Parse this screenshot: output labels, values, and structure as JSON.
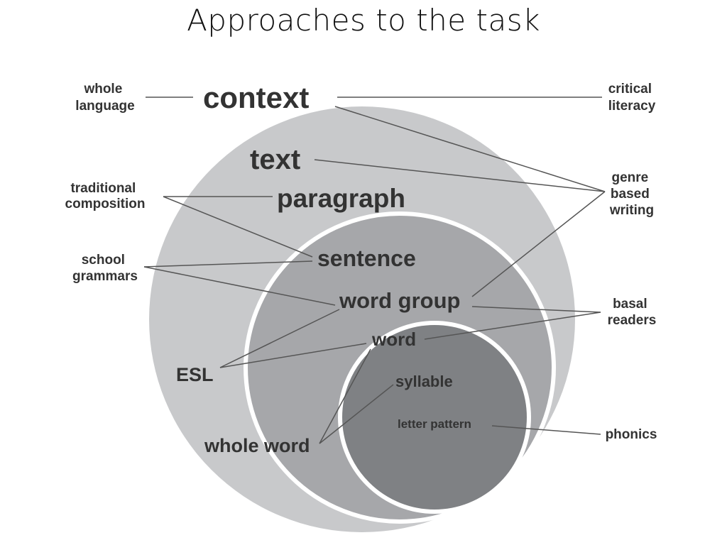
{
  "title": "Approaches to the task",
  "levels": {
    "context": "context",
    "text": "text",
    "paragraph": "paragraph",
    "sentence": "sentence",
    "word_group": "word group",
    "word": "word",
    "syllable": "syllable",
    "letter_pattern": "letter pattern"
  },
  "approaches": {
    "whole_language": [
      "whole",
      "language"
    ],
    "critical_literacy": [
      "critical",
      "literacy"
    ],
    "traditional_composition": [
      "traditional",
      "composition"
    ],
    "genre_based_writing": [
      "genre",
      "based",
      "writing"
    ],
    "school_grammars": [
      "school",
      "grammars"
    ],
    "basal_readers": [
      "basal",
      "readers"
    ],
    "esl": "ESL",
    "whole_word": "whole word",
    "phonics": "phonics"
  },
  "colors": {
    "outer_circle": "#c8c9cb",
    "middle_circle": "#a6a7aa",
    "inner_circle": "#7f8184",
    "ring": "#ffffff",
    "text": "#333333",
    "lines": "#555555"
  }
}
